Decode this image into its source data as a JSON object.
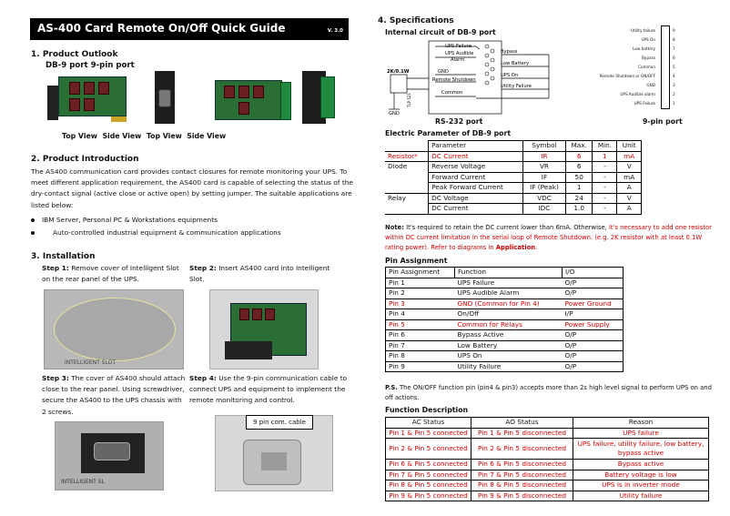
{
  "header": {
    "title": "AS-400 Card Remote On/Off Quick Guide",
    "version": "V. 3.0"
  },
  "s1": {
    "heading": "1.  Product Outlook",
    "sub": "DB-9 port  9-pin port",
    "captions": [
      "Top View",
      "Side View",
      "Top View",
      "Side View"
    ]
  },
  "s2": {
    "heading": "2. Product Introduction",
    "para": "The AS400 communication card provides contact closures for remote monitoring your UPS. To meet different application requirement, the AS400 card is capable of selecting the status of the dry-contact signal (active close or active open) by setting jumper. The suitable applications are listed below:",
    "bullets": [
      "IBM Server, Personal PC & Workstations equipments",
      "Auto-controlled industrial equipment & communication applications"
    ]
  },
  "s3": {
    "heading": "3. Installation",
    "step1_lbl": "Step 1:",
    "step1": "Remove cover of Intelligent Slot on the rear panel of the UPS.",
    "step2_lbl": "Step 2:",
    "step2": "Insert AS400 card into Intelligent Slot.",
    "step3_lbl": "Step 3:",
    "step3": "The cover of AS400 should attach close to the rear panel. Using screwdriver, secure the AS400 to the UPS chassis with 2 screws.",
    "step4_lbl": "Step 4:",
    "step4": "Use the 9-pin communication cable to connect UPS and equipment to implement the remote monitoring and control.",
    "slot_text": "INTELLIGENT SLOT",
    "slot_text2": "INTELLIGENT SL",
    "cable_label": "9 pin com. cable"
  },
  "s4": {
    "heading": "4. Specifications",
    "circuit_title": "Internal circuit of DB-9 port",
    "rs232": "RS-232 port",
    "pin9port": "9-pin port",
    "diagram": {
      "ups_failure": "UPS Failure",
      "ups_audible": "UPS Audible",
      "alarm": "Alarm",
      "bypass": "Bypass",
      "low_battery": "Low Battery",
      "gnd": "GND",
      "remote_shutdown": "Remote Shutdown",
      "ups_on": "UPS On",
      "utility_failure": "Utility Failure",
      "common": "Common",
      "resistor": "2K/0.1W",
      "gnd2": "GND",
      "chip": "TLP-521"
    },
    "pin9_labels": [
      "Utility failure",
      "UPS On",
      "Low battery",
      "Bypass",
      "Common",
      "Remote Shutdown or ON/OFF",
      "GND",
      "UPS Audible alarm",
      "UPS Failure"
    ],
    "pin9_nums": [
      "9",
      "8",
      "7",
      "6",
      "5",
      "4",
      "3",
      "2",
      "1"
    ],
    "ep_title": "Electric Parameter of DB-9 port",
    "ep_headers": [
      "Parameter",
      "Symbol",
      "Max.",
      "Min.",
      "Unit"
    ],
    "ep_rows": [
      {
        "group": "Resistor*",
        "param": "DC Current",
        "sym": "IR",
        "max": "6",
        "min": "1",
        "unit": "mA",
        "red": true
      },
      {
        "group": "Diode",
        "param": "Reverse Voltage",
        "sym": "VR",
        "max": "6",
        "min": "-",
        "unit": "V",
        "red": false
      },
      {
        "group": "",
        "param": "Forward Current",
        "sym": "IF",
        "max": "50",
        "min": "-",
        "unit": "mA",
        "red": false
      },
      {
        "group": "",
        "param": "Peak Forward Current",
        "sym": "IF (Peak)",
        "max": "1",
        "min": "-",
        "unit": "A",
        "red": false
      },
      {
        "group": "Relay",
        "param": "DC Voltage",
        "sym": "VDC",
        "max": "24",
        "min": "-",
        "unit": "V",
        "red": false
      },
      {
        "group": "",
        "param": "DC Current",
        "sym": "IDC",
        "max": "1.0",
        "min": "-",
        "unit": "A",
        "red": false
      }
    ],
    "note_lbl": "Note:",
    "note_a": " It's required to retain the DC current lower than 6mA. Otherwise, ",
    "note_b": "it's necessary to add one resistor within DC current limitation in the serial loop of Remote Shutdown. (e.g. 2K resistor with at least 0.1W rating power). Refer to diagrams in ",
    "note_c": "Application",
    "note_d": ".",
    "pa_title": "Pin Assignment",
    "pa_headers": [
      "Pin Assignment",
      "Function",
      "I/O"
    ],
    "pa_rows": [
      {
        "pin": "Pin 1",
        "fn": "UPS Failure",
        "io": "O/P",
        "red": false
      },
      {
        "pin": "Pin 2",
        "fn": "UPS Audible Alarm",
        "io": "O/P",
        "red": false
      },
      {
        "pin": "Pin 3",
        "fn": "GND (Common for Pin 4)",
        "io": "Power Ground",
        "red": true
      },
      {
        "pin": "Pin 4",
        "fn": "On/Off",
        "io": "I/P",
        "red": false
      },
      {
        "pin": "Pin 5",
        "fn": "Common for Relays",
        "io": "Power Supply",
        "red": true
      },
      {
        "pin": "Pin 6",
        "fn": "Bypass Active",
        "io": "O/P",
        "red": false
      },
      {
        "pin": "Pin 7",
        "fn": "Low Battery",
        "io": "O/P",
        "red": false
      },
      {
        "pin": "Pin 8",
        "fn": "UPS On",
        "io": "O/P",
        "red": false
      },
      {
        "pin": "Pin 9",
        "fn": "Utility Failure",
        "io": "O/P",
        "red": false
      }
    ],
    "ps_lbl": "P.S.",
    "ps": " The ON/OFF function pin (pin4 & pin3) accepts more than 2s high level signal to perform UPS on and off actions.",
    "fd_title": "Function Description",
    "fd_headers": [
      "AC Status",
      "AO Status",
      "Reason"
    ],
    "fd_rows": [
      {
        "ac": "Pin 1 & Pin 5 connected",
        "ao": "Pin 1 & Pin 5 disconnected",
        "reason": "UPS failure"
      },
      {
        "ac": "Pin 2 & Pin 5 connected",
        "ao": "Pin 2 & Pin 5 disconnected",
        "reason": "UPS failure, utility failure, low battery, bypass active"
      },
      {
        "ac": "Pin 6 & Pin 5 connected",
        "ao": "Pin 6 & Pin 5 disconnected",
        "reason": "Bypass active"
      },
      {
        "ac": "Pin 7 & Pin 5 connected",
        "ao": "Pin 7 & Pin 5 disconnected",
        "reason": "Battery voltage is low"
      },
      {
        "ac": "Pin 8 & Pin 5 connected",
        "ao": "Pin 8 & Pin 5 disconnected",
        "reason": "UPS is in inverter mode"
      },
      {
        "ac": "Pin 9 & Pin 5 connected",
        "ao": "Pin 9 & Pin 5 disconnected",
        "reason": "Utility failure"
      }
    ]
  }
}
